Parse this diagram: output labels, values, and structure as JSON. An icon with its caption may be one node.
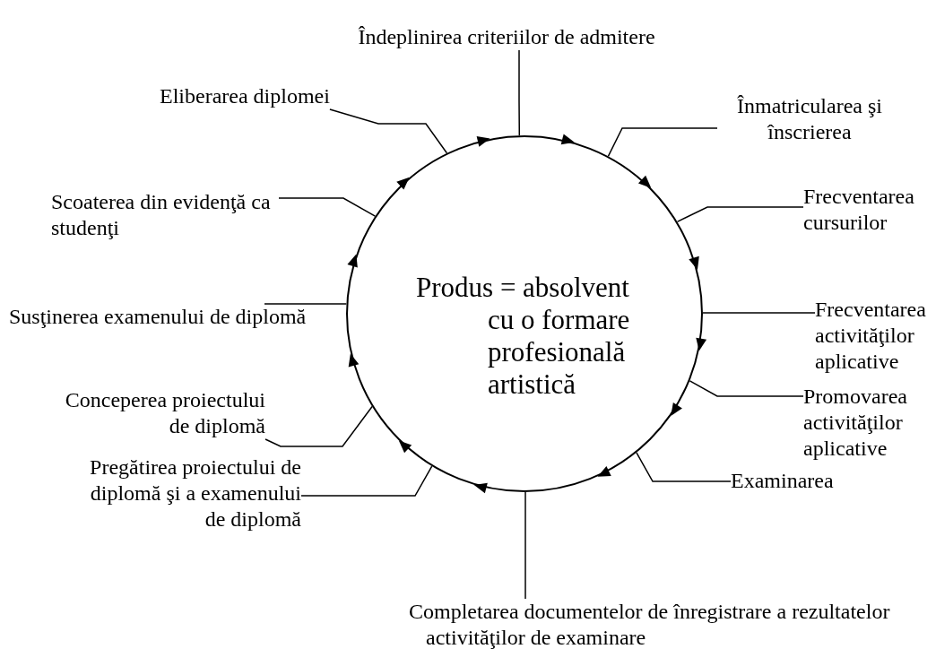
{
  "diagram": {
    "nodes": [
      {
        "text": [
          "Produs = absolvent cu o formare profesională artistică"
        ]
      },
      {
        "text": [
          "Îndeplinirea criteriilor de admitere"
        ]
      },
      {
        "text": [
          "Înmatricularea şi înscrierea"
        ]
      },
      {
        "text": [
          "Frecventarea cursurilor"
        ]
      },
      {
        "text": [
          "Frecventarea activităţilor aplicative"
        ]
      },
      {
        "text": [
          "Promovarea activităţilor aplicative"
        ]
      },
      {
        "text": [
          "Examinarea"
        ]
      },
      {
        "text": [
          "Completarea documentelor de înregistrare a rezultatelor activităţilor de examinare"
        ]
      },
      {
        "text": [
          "Pregătirea proiectului de diplomă şi a examenului de diplomă"
        ]
      },
      {
        "text": [
          "Conceperea proiectului de diplomă"
        ]
      },
      {
        "text": [
          "Susţinerea examenului de diplomă"
        ]
      },
      {
        "text": [
          "Scoaterea din evidenţă ca studenţi"
        ]
      },
      {
        "text": [
          "Eliberarea diplomei"
        ]
      }
    ],
    "edges": [
      {
        "from": 1,
        "to": 0,
        "arrow": "none"
      },
      {
        "from": 2,
        "to": 0,
        "arrow": "none"
      },
      {
        "from": 3,
        "to": 0,
        "arrow": "none"
      },
      {
        "from": 4,
        "to": 0,
        "arrow": "none"
      },
      {
        "from": 5,
        "to": 0,
        "arrow": "none"
      },
      {
        "from": 6,
        "to": 0,
        "arrow": "none"
      },
      {
        "from": 7,
        "to": 0,
        "arrow": "none"
      },
      {
        "from": 8,
        "to": 0,
        "arrow": "none"
      },
      {
        "from": 9,
        "to": 0,
        "arrow": "none"
      },
      {
        "from": 10,
        "to": 0,
        "arrow": "none"
      },
      {
        "from": 11,
        "to": 0,
        "arrow": "none"
      },
      {
        "from": 12,
        "to": 0,
        "arrow": "none"
      }
    ]
  }
}
